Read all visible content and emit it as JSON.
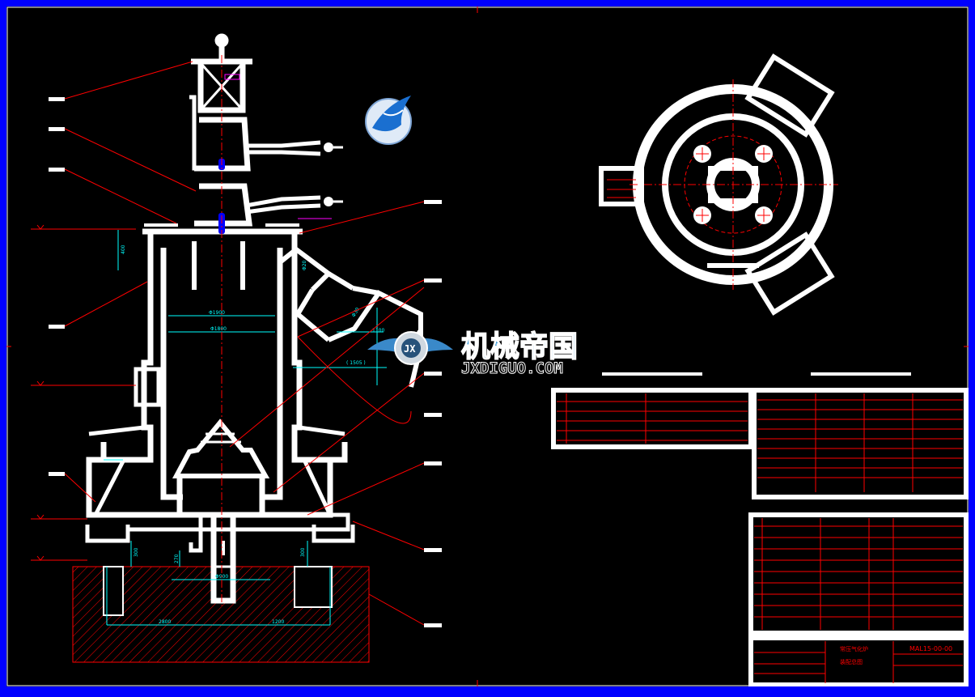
{
  "watermark": {
    "brand_cn": "机械帝国",
    "brand_en": "JXDIGUO.COM",
    "badge_letters": "JX"
  },
  "title_block": {
    "drawing_no": "MAL15-00-00",
    "title_line1": "常压气化炉",
    "title_line2": "装配总图"
  },
  "dimensions": {
    "inner_dia_a": "Φ1800",
    "inner_dia_b": "Φ1900",
    "left_dim": "400",
    "nozzle_a": "Φ20",
    "nozzle_b": "Φ30",
    "side_1100": "1100",
    "side_1505": "( 1505 )",
    "bottom_2800": "2800",
    "bottom_1200": "1200",
    "bottom_900": "Φ900",
    "h_300a": "300",
    "h_300b": "300",
    "h_270": "270"
  },
  "colors": {
    "frame": "#0000ff",
    "geometry": "#ffffff",
    "leaders": "#ff0000",
    "dims": "#00ffff",
    "highlight": "#ff00ff",
    "accent": "#0000ff"
  }
}
